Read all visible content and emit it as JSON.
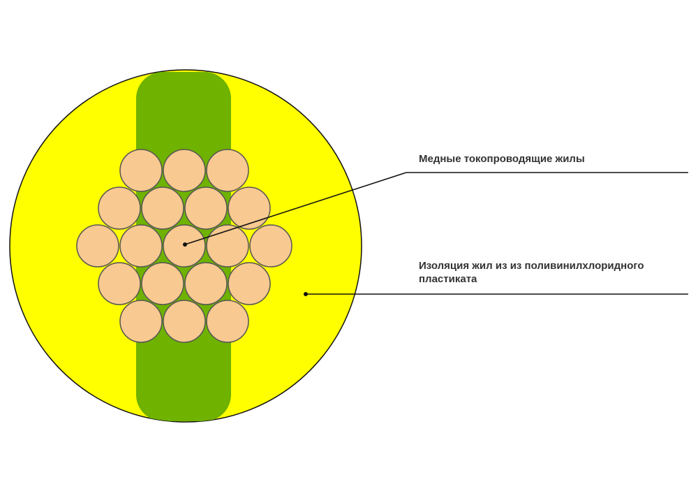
{
  "colors": {
    "background": "#ffffff",
    "insulation": "#ffff00",
    "stripe": "#6fb200",
    "copper": "#f8c990",
    "outline": "#555555",
    "leader_line": "#111111",
    "label_text": "#333333"
  },
  "labels": {
    "conductors": "Медные токопроводящие жилы",
    "insulation_line1": "Изоляция жил из из поливинилхлоридного",
    "insulation_line2": "пластиката"
  },
  "diagram": {
    "wire_count": 19,
    "wire_arrangement": "hexagonal-3-4-5-4-3"
  }
}
